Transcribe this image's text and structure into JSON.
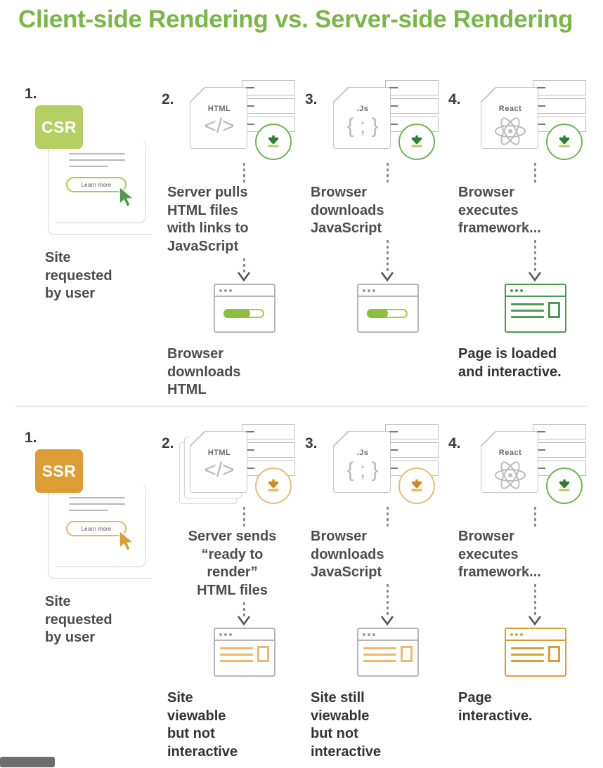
{
  "title": "Client-side Rendering vs. Server-side Rendering",
  "colors": {
    "title_green": "#7ab648",
    "csr_badge_green": "#b5cf62",
    "ssr_badge_orange": "#dd9d35",
    "accent_green": "#4e9a4e",
    "accent_orange": "#dd9d35",
    "text_gray": "#4c4c4c",
    "line_gray": "#b6b6b6"
  },
  "sections": [
    {
      "id": "csr",
      "badge_label": "CSR",
      "badge_color": "#b5cf62",
      "steps": [
        {
          "number": "1.",
          "card_button_label": "Learn more",
          "caption": "Site requested by user",
          "caption_lines": [
            "Site",
            "requested",
            "by user"
          ]
        },
        {
          "number": "2.",
          "doc_label": "HTML",
          "doc_glyph": "</>",
          "download_badge_color": "green",
          "caption_lines": [
            "Server pulls",
            "HTML files",
            "with links to",
            "JavaScript"
          ],
          "result_type": "progress",
          "progress_percent": 62,
          "result_caption_lines": [
            "Browser",
            "downloads",
            "HTML"
          ]
        },
        {
          "number": "3.",
          "doc_label": ".Js",
          "doc_glyph": "{ ; }",
          "download_badge_color": "green",
          "caption_lines": [
            "Browser",
            "downloads",
            "JavaScript"
          ],
          "result_type": "progress",
          "progress_percent": 50,
          "result_caption_lines": []
        },
        {
          "number": "4.",
          "doc_label": "React",
          "doc_glyph": "atom-icon",
          "download_badge_color": "green",
          "caption_lines": [
            "Browser",
            "executes",
            "framework..."
          ],
          "result_type": "page-green",
          "result_caption_lines": [
            "Page is loaded",
            "and interactive."
          ]
        }
      ]
    },
    {
      "id": "ssr",
      "badge_label": "SSR",
      "badge_color": "#dd9d35",
      "steps": [
        {
          "number": "1.",
          "card_button_label": "Learn more",
          "caption": "Site requested by user",
          "caption_lines": [
            "Site",
            "requested",
            "by user"
          ]
        },
        {
          "number": "2.",
          "doc_label": "HTML",
          "doc_glyph": "</>",
          "download_badge_color": "orange",
          "caption_lines": [
            "Server sends",
            "“ready to",
            "render”",
            "HTML files"
          ],
          "result_type": "page-light-orange",
          "result_caption_lines": [
            "Site",
            "viewable",
            "but not",
            "interactive"
          ]
        },
        {
          "number": "3.",
          "doc_label": ".Js",
          "doc_glyph": "{ ; }",
          "download_badge_color": "orange",
          "caption_lines": [
            "Browser",
            "downloads",
            "JavaScript"
          ],
          "result_type": "page-light-orange",
          "result_caption_lines": [
            "Site still",
            "viewable",
            "but not",
            "interactive"
          ]
        },
        {
          "number": "4.",
          "doc_label": "React",
          "doc_glyph": "atom-icon",
          "download_badge_color": "green",
          "caption_lines": [
            "Browser",
            "executes",
            "framework..."
          ],
          "result_type": "page-orange",
          "result_caption_lines": [
            "Page",
            "interactive."
          ]
        }
      ]
    }
  ]
}
